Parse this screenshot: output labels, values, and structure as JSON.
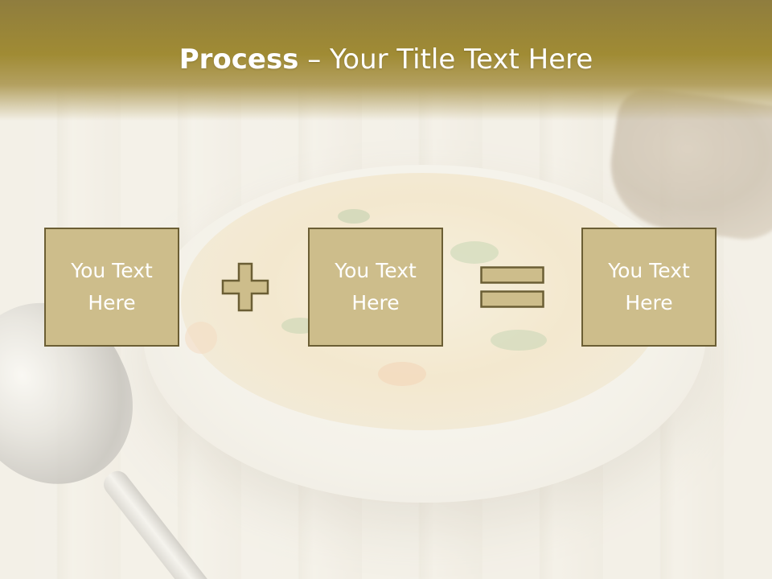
{
  "slide": {
    "title_bold": "Process",
    "title_rest": " – Your Title Text Here",
    "boxes": [
      {
        "text": "You Text Here"
      },
      {
        "text": "You Text Here"
      },
      {
        "text": "You Text Here"
      }
    ],
    "operators": [
      "plus-icon",
      "equals-icon"
    ]
  },
  "colors": {
    "title_band": "#a08b34",
    "box_fill": "#cdbd8b",
    "box_border": "#6b5e34",
    "text": "#ffffff"
  }
}
